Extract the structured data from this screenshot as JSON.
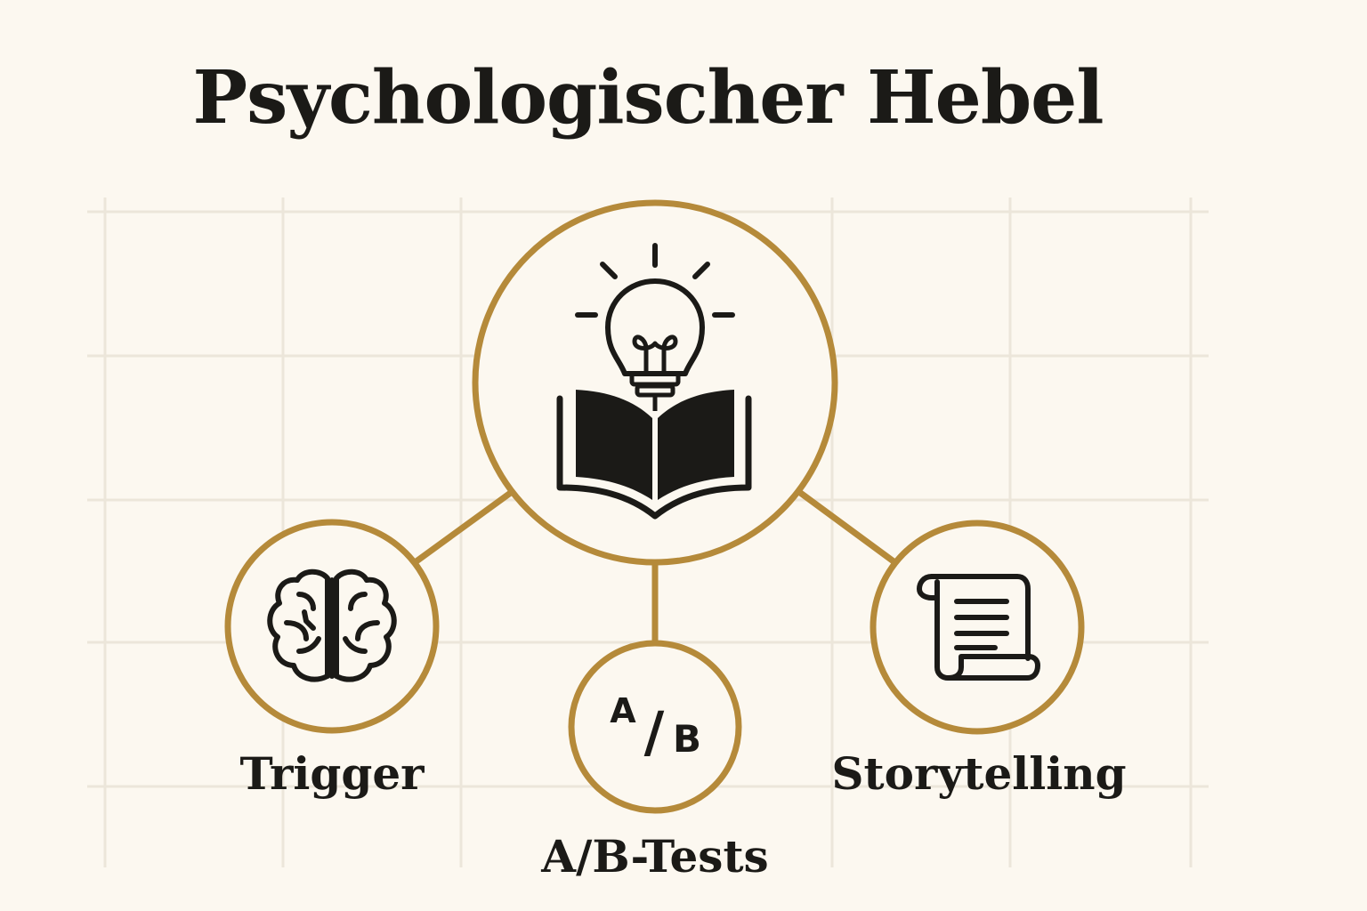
{
  "title": "Psychologischer Hebel",
  "colors": {
    "background": "#fcf8f0",
    "grid": "#ece6da",
    "ring": "#b58a3a",
    "ink": "#1b1a17"
  },
  "center_node": {
    "icon": "lightbulb-over-open-book-icon"
  },
  "nodes": [
    {
      "id": "trigger",
      "label": "Trigger",
      "icon": "brain-icon"
    },
    {
      "id": "ab-tests",
      "label": "A/B-Tests",
      "icon": "ab-icon",
      "icon_text_a": "A",
      "icon_text_slash": "/",
      "icon_text_b": "B"
    },
    {
      "id": "storytelling",
      "label": "Storytelling",
      "icon": "scroll-icon"
    }
  ]
}
